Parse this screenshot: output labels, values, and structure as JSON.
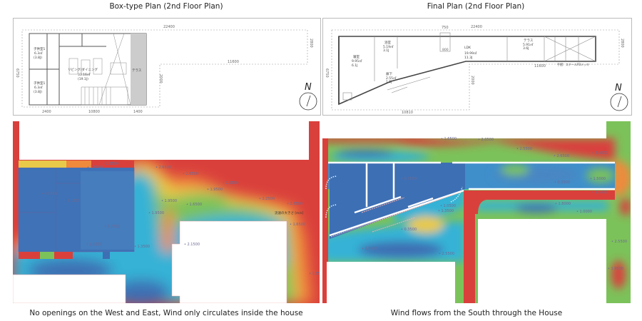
{
  "left": {
    "title": "Box-type Plan (2nd Floor Plan)",
    "caption": "No openings on the West and East, Wind only circulates inside the house",
    "plan": {
      "dims": {
        "total": "22400",
        "right": "11600",
        "bottom_a": "2400",
        "bottom_b": "10800",
        "bottom_c": "1400",
        "height": "6750",
        "side": "2000",
        "side2": "2800"
      },
      "rooms": [
        {
          "name": "子供室1",
          "area": "6.3㎡",
          "tatami": "(3.8J)"
        },
        {
          "name": "子供室1",
          "area": "6.3㎡",
          "tatami": "(3.8J)"
        },
        {
          "name": "リビング/ダイニング",
          "area": "33.16㎡",
          "tatami": "(19.1J)"
        },
        {
          "name": "テラス",
          "area": "",
          "tatami": ""
        }
      ],
      "north": "N"
    },
    "probes": [
      "2.6500",
      "1.6500",
      "2.6500",
      "2.6500",
      "2.6500",
      "0.1550",
      "0.1550",
      "1.9500",
      "1.9500",
      "1.6500",
      "1.9500",
      "2.2500",
      "2.6500",
      "0.7500",
      "0.1200",
      "1.3500",
      "2.1500",
      "1.6500",
      "1.5500"
    ],
    "legend_label": "流速の大きさ [m/s]"
  },
  "right": {
    "title": "Final Plan (2nd Floor Plan)",
    "caption": "Wind flows from the South through the House",
    "plan": {
      "dims": {
        "total": "22400",
        "top": "750",
        "inner": "800",
        "right": "11600",
        "bottom": "10810",
        "height": "6750",
        "side": "2000",
        "side2": "2800"
      },
      "rooms": [
        {
          "name": "寝室",
          "area": "9.95㎡",
          "tatami": "6.1J"
        },
        {
          "name": "浴室",
          "area": "5.19㎡",
          "tatami": "3.1J"
        },
        {
          "name": "LDK",
          "area": "19.99㎡",
          "tatami": "11.3J"
        },
        {
          "name": "テラス",
          "area": "5.91㎡",
          "tatami": "3.6J"
        },
        {
          "name": "廊下",
          "area": "2.55㎡",
          "tatami": "1.5J"
        }
      ],
      "note": "手摺：スチールFBメッキ",
      "north": "N"
    },
    "probes": [
      "1.6500",
      "2.0500",
      "2.5500",
      "2.6500",
      "3.4000",
      "0.1500",
      "0.2000",
      "1.5000",
      "1.5500",
      "1.0000",
      "0.3500",
      "1.0500",
      "1.3500",
      "1.8000",
      "1.5000",
      "2.5500",
      "2.5500",
      "1.9500"
    ]
  },
  "colors": {
    "red": "#d9403c",
    "orange": "#ef8a3c",
    "yellow": "#e8c94a",
    "green": "#7cc25a",
    "cyan": "#36b2d6",
    "blue": "#3d6fb4"
  }
}
